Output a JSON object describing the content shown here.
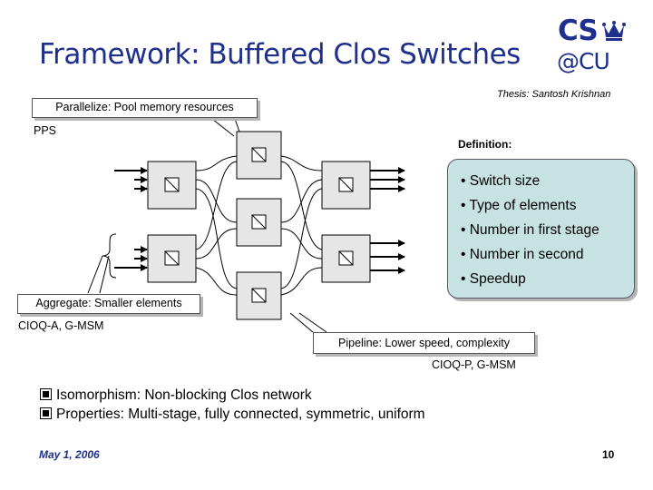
{
  "slide": {
    "title": "Framework: Buffered Clos Switches",
    "logo": {
      "top": "CS",
      "bottom": "@CU"
    },
    "thesis": "Thesis: Santosh Krishnan",
    "callouts": {
      "parallelize": "Parallelize: Pool memory resources",
      "aggregate": "Aggregate: Smaller elements",
      "pipeline": "Pipeline: Lower speed, complexity"
    },
    "labels": {
      "pps": "PPS",
      "cioq_a": "CIOQ-A, G-MSM",
      "cioq_p": "CIOQ-P, G-MSM"
    },
    "definition": {
      "title": "Definition:",
      "items": [
        "• Switch size",
        "• Type of elements",
        "• Number in first stage",
        "• Number in second",
        "• Speedup"
      ]
    },
    "bullets": [
      "Isomorphism: Non-blocking Clos network",
      "Properties: Multi-stage, fully connected, symmetric, uniform"
    ],
    "footer": {
      "date": "May 1, 2006",
      "page": "10"
    },
    "colors": {
      "title": "#1f2f8c",
      "definition_bg": "#c6e3e1",
      "switch_fill": "#e6e6e6"
    }
  }
}
